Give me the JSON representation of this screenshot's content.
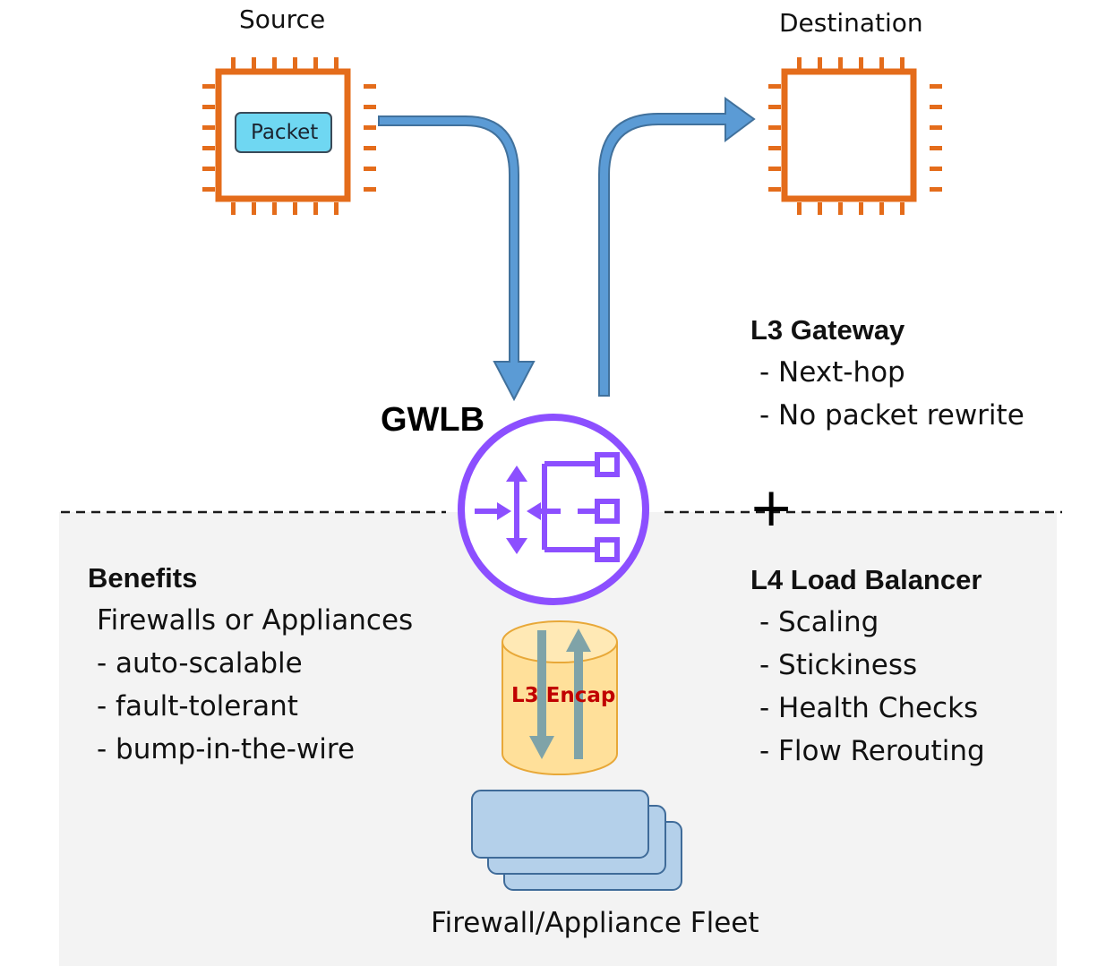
{
  "source": {
    "label": "Source",
    "packet_label": "Packet"
  },
  "destination": {
    "label": "Destination"
  },
  "gwlb": {
    "label": "GWLB",
    "icon": "gateway-load-balancer-icon"
  },
  "l3_gateway": {
    "title": "L3 Gateway",
    "items": [
      "- Next-hop",
      "- No packet rewrite"
    ]
  },
  "l4_load_balancer": {
    "title": "L4 Load Balancer",
    "items": [
      "- Scaling",
      "- Stickiness",
      "- Health Checks",
      "- Flow Rerouting"
    ]
  },
  "benefits": {
    "title": "Benefits",
    "subtitle": "Firewalls or Appliances",
    "items": [
      "- auto-scalable",
      "- fault-tolerant",
      "- bump-in-the-wire"
    ]
  },
  "plus_symbol": "+",
  "encap": {
    "label": "L3 Encap"
  },
  "fleet": {
    "label": "Firewall/Appliance Fleet"
  },
  "colors": {
    "chip_orange": "#e46c1b",
    "arrow_blue": "#5b9bd5",
    "arrow_outline": "#41719c",
    "gwlb_purple": "#8c4fff",
    "packet_fill": "#6fd7f2",
    "cylinder_fill": "#ffe09a",
    "cylinder_stroke": "#e8a838",
    "fleet_fill": "#b4d0ea",
    "fleet_stroke": "#3f6b99",
    "panel_gray": "#f3f3f3"
  }
}
